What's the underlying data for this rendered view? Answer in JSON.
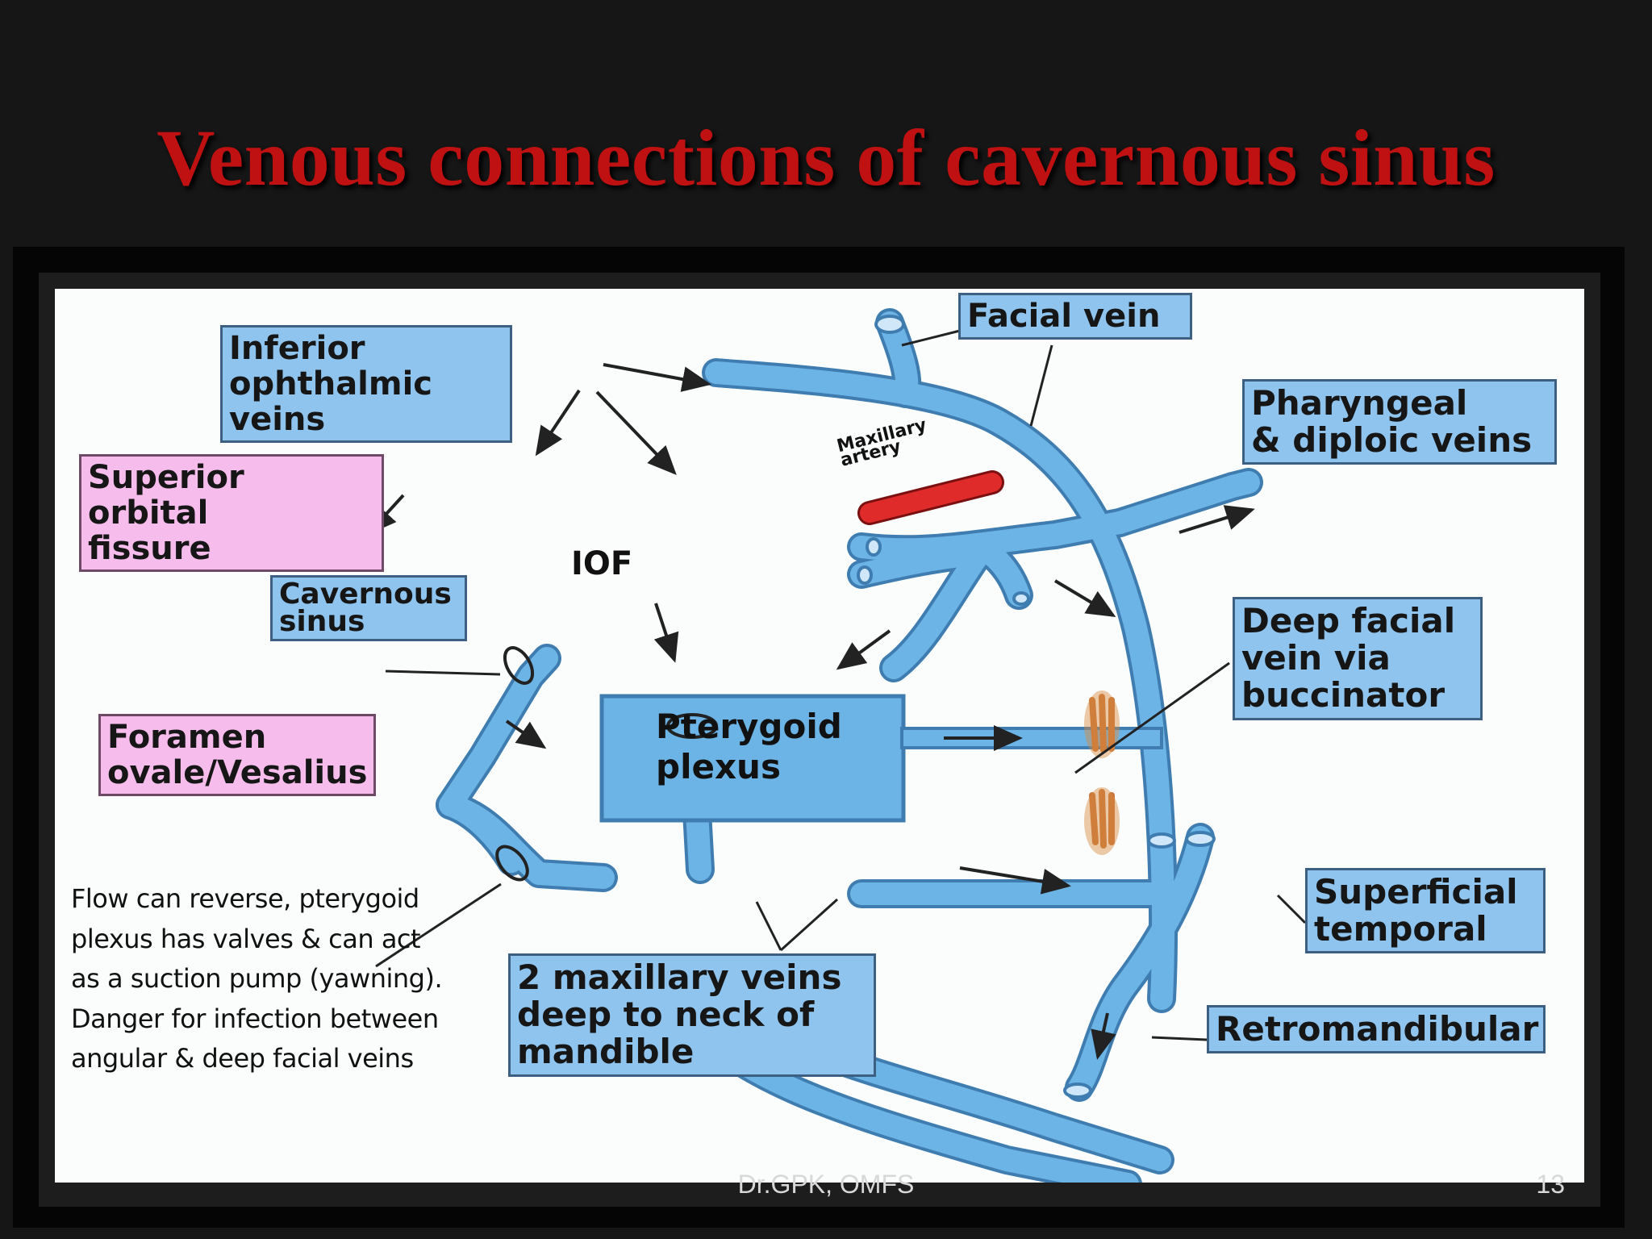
{
  "slide": {
    "title": "Venous connections of cavernous sinus",
    "footer": "Dr.GPK, OMFS",
    "page_number": "13"
  },
  "colors": {
    "title": "#bf1111",
    "vein": "#6cb4e6",
    "vein_edge": "#3f7db0",
    "label_box": "#8fc4ee",
    "pink_box": "#f6bdec",
    "artery": "#e02b2b",
    "muscle": "#c8753a"
  },
  "labels": {
    "inferior_ophthalmic": "Inferior ophthalmic\nveins",
    "facial_vein": "Facial vein",
    "pharyngeal": "Pharyngeal\n& diploic veins",
    "superior_orbital": "Superior orbital\nfissure",
    "cavernous_sinus": "Cavernous\nsinus",
    "foramen_ovale": "Foramen\novale/Vesalius",
    "pterygoid_plexus": "Pterygoid\nplexus",
    "deep_facial": "Deep facial\nvein via\nbuccinator",
    "superficial_temporal": "Superficial\ntemporal",
    "retromandibular": "Retromandibular",
    "maxillary_veins": "2 maxillary veins\ndeep to neck of\nmandible",
    "maxillary_artery": "Maxillary\nartery",
    "iof": "IOF",
    "note": "Flow can reverse, pterygoid\nplexus has valves & can act\nas a suction pump (yawning).\nDanger for infection between\nangular & deep facial veins"
  }
}
